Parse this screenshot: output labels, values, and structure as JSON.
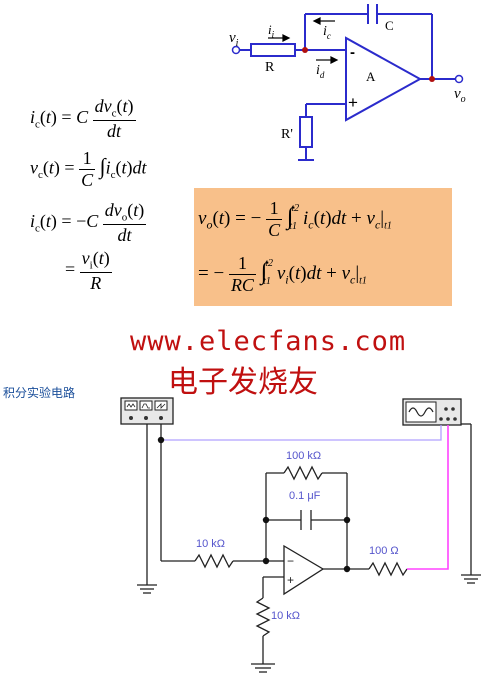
{
  "opamp_schematic": {
    "input_label": "vi",
    "output_label": "vo",
    "input_current": "ii",
    "cap_current": "ic",
    "diff_current": "id",
    "resistor_label": "R",
    "capacitor_label": "C",
    "amp_label": "A",
    "ground_resistor": "R'",
    "minus": "-",
    "plus": "+"
  },
  "equations": {
    "eq1": "iC(t) = C dvC(t)/dt",
    "eq2": "vC(t) = 1/C ∫ iC(t) dt",
    "eq3": "iC(t) = −C dvO(t)/dt",
    "eq4": "= vI(t)/R"
  },
  "boxed_equation": {
    "line1": "vo(t) = −1/C ∫t1^t2 ic(t)dt + vc|t1",
    "line2": "= −1/RC ∫t1^t2 vi(t)dt + vc|t1"
  },
  "watermark": {
    "url": "www.elecfans.com",
    "cn": "电子发烧友"
  },
  "caption": "积分实验电路",
  "circuit": {
    "r_feedback": "100 kΩ",
    "capacitor": "0.1 μF",
    "r_input": "10 kΩ",
    "r_output": "100 Ω",
    "r_ground": "10 kΩ"
  },
  "colors": {
    "schematic_line": "#2b2bcc",
    "node": "#b01010",
    "box": "#f8c08a",
    "watermark": "#c01010",
    "caption": "#1a4e9a",
    "component_label": "#5555cc",
    "scope_wire": "#b0a0ff",
    "output_wire": "#ff44ff"
  }
}
